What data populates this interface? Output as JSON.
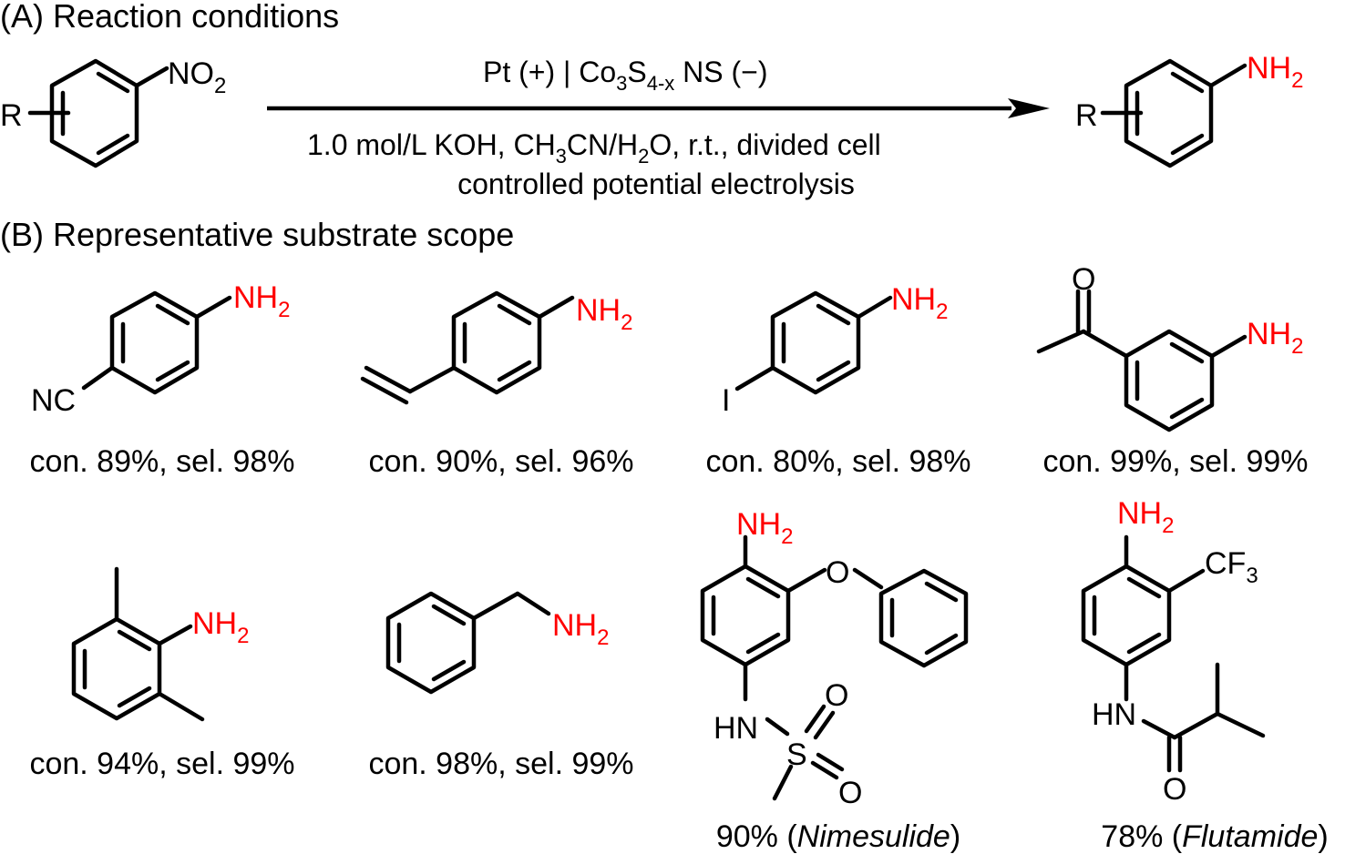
{
  "section_a": {
    "heading": "(A) Reaction conditions",
    "reactant": {
      "r": "R",
      "no": "NO",
      "no_sub": "2"
    },
    "conditions": {
      "top": {
        "p1": "Pt (+) | Co",
        "s1": "3",
        "p2": "S",
        "s2": "4-x",
        "p3": " NS (−)"
      },
      "line1": {
        "p1": "1.0 mol/L KOH, CH",
        "s1": "3",
        "p2": "CN/H",
        "s2": "2",
        "p3": "O, r.t., divided cell"
      },
      "line2": "controlled potential electrolysis"
    },
    "product": {
      "r": "R",
      "nh": "NH",
      "nh_sub": "2"
    }
  },
  "section_b": {
    "heading": "(B) Representative substrate scope",
    "substituents": {
      "nc": "NC",
      "i": "I",
      "o": "O",
      "hn": "HN",
      "s": "S",
      "cf": "CF",
      "cf_sub": "3",
      "nh": "NH",
      "nh_sub": "2"
    },
    "results": [
      {
        "text": "con. 89%, sel. 98%"
      },
      {
        "text": "con. 90%, sel. 96%"
      },
      {
        "text": "con. 80%, sel. 98%"
      },
      {
        "text": "con. 99%, sel. 99%"
      },
      {
        "text": "con. 94%, sel. 99%"
      },
      {
        "text": "con. 98%, sel. 99%"
      },
      {
        "yield": "90% (",
        "drug": "Nimesulide",
        "close": ")"
      },
      {
        "yield": "78% (",
        "drug": "Flutamide",
        "close": ")"
      }
    ]
  },
  "colors": {
    "amine": "#ff0000",
    "text": "#000000"
  }
}
